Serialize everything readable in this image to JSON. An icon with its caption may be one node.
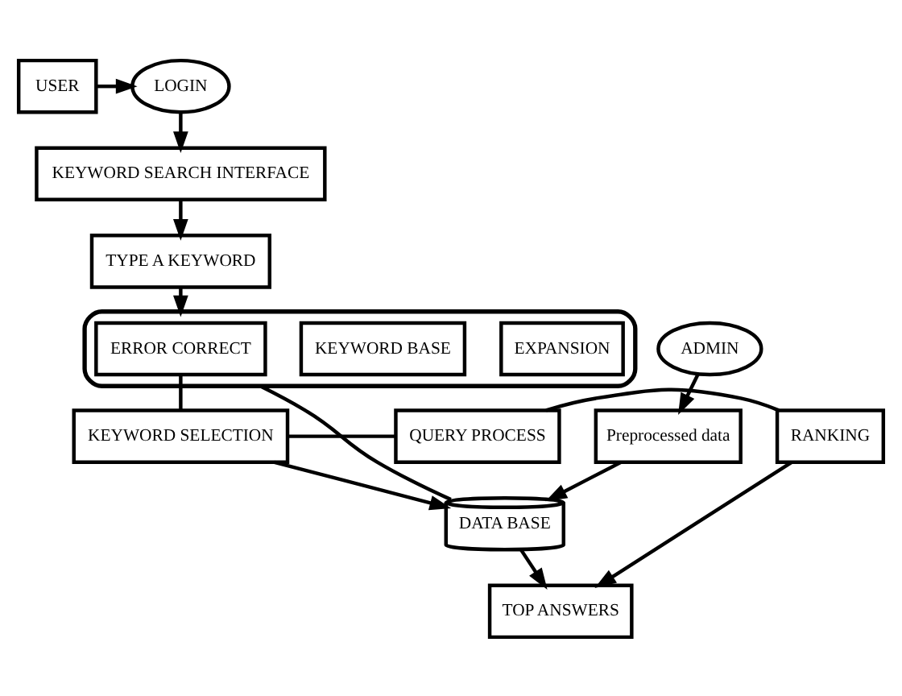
{
  "diagram": {
    "nodes": [
      {
        "text": [
          "USER"
        ]
      },
      {
        "text": [
          "LOGIN"
        ]
      },
      {
        "text": [
          "KEYWORD SEARCH INTERFACE"
        ]
      },
      {
        "text": [
          "TYPE A KEYWORD"
        ]
      },
      {
        "text": [],
        "shape": "box"
      },
      {
        "text": [
          "ERROR CORRECT"
        ],
        "in": 4
      },
      {
        "text": [
          "KEYWORD BASE"
        ],
        "in": 4
      },
      {
        "text": [
          "EXPANSION"
        ],
        "in": 4
      },
      {
        "text": [
          "ADMIN"
        ]
      },
      {
        "text": [
          "Preprocessed data"
        ]
      },
      {
        "text": [
          "KEYWORD SELECTION"
        ]
      },
      {
        "text": [
          "QUERY PROCESS"
        ]
      },
      {
        "text": [
          "RANKING"
        ]
      },
      {
        "text": [
          "DATA BASE"
        ]
      },
      {
        "text": [
          "TOP ANSWERS"
        ]
      }
    ],
    "edges": [
      {
        "from": 0,
        "to": 1,
        "arrow": "to"
      },
      {
        "from": 1,
        "to": 2,
        "arrow": "to"
      },
      {
        "from": 2,
        "to": 3,
        "arrow": "to"
      },
      {
        "from": 3,
        "to": 4,
        "arrow": "to"
      },
      {
        "from": 8,
        "to": 9,
        "arrow": "to"
      },
      {
        "from": 9,
        "to": 13,
        "arrow": "to"
      },
      {
        "from": 5,
        "to": 10,
        "arrow": "none"
      },
      {
        "from": 10,
        "to": 11,
        "arrow": "none"
      },
      {
        "from": 11,
        "to": 12,
        "arrow": "none"
      },
      {
        "from": 4,
        "to": 13,
        "arrow": "none"
      },
      {
        "from": 10,
        "to": 13,
        "arrow": "to"
      },
      {
        "from": 13,
        "to": 14,
        "arrow": "to"
      },
      {
        "from": 12,
        "to": 14,
        "arrow": "to"
      }
    ]
  }
}
